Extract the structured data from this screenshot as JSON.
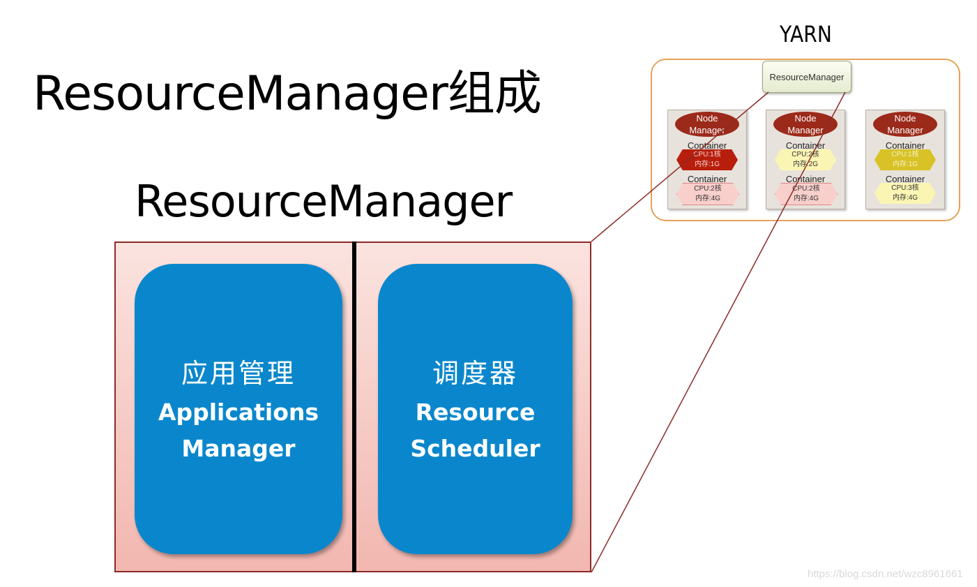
{
  "title": "ResourceManager组成",
  "rm_heading": "ResourceManager",
  "modules": {
    "apps": {
      "cn": "应用管理",
      "en1": "Applications",
      "en2": "Manager"
    },
    "scheduler": {
      "cn": "调度器",
      "en1": "Resource",
      "en2": "Scheduler"
    }
  },
  "yarn": {
    "label": "YARN",
    "resource_manager": "ResourceManager",
    "node_managers": [
      {
        "line1": "Node",
        "line2": "Manager",
        "containers": [
          {
            "label": "Container",
            "cpu": "CPU:1核",
            "mem": "内存:1G"
          },
          {
            "label": "Container",
            "cpu": "CPU:2核",
            "mem": "内存:4G"
          }
        ]
      },
      {
        "line1": "Node",
        "line2": "Manager",
        "containers": [
          {
            "label": "Container",
            "cpu": "CPU:2核",
            "mem": "内存:2G"
          },
          {
            "label": "Container",
            "cpu": "CPU:2核",
            "mem": "内存:4G"
          }
        ]
      },
      {
        "line1": "Node",
        "line2": "Manager",
        "containers": [
          {
            "label": "Container",
            "cpu": "CPU:1核",
            "mem": "内存:1G"
          },
          {
            "label": "Container",
            "cpu": "CPU:3核",
            "mem": "内存:4G"
          }
        ]
      }
    ]
  },
  "watermark": "https://blog.csdn.net/wzc8961661",
  "colors": {
    "module_blue": "#0a87cc",
    "frame_border": "#8b2b26",
    "yarn_border": "#e6a15a",
    "node_manager": "#9b2a1a"
  }
}
